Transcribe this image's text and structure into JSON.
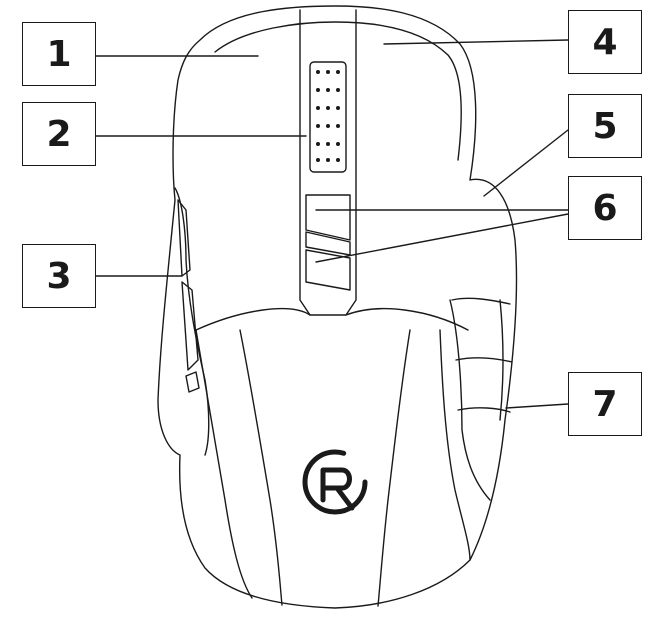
{
  "callouts": [
    "1",
    "2",
    "3",
    "4",
    "5",
    "6",
    "7"
  ],
  "colors": {
    "line": "#1a1a1a",
    "background": "#ffffff"
  },
  "logo": {
    "letter": "R"
  }
}
